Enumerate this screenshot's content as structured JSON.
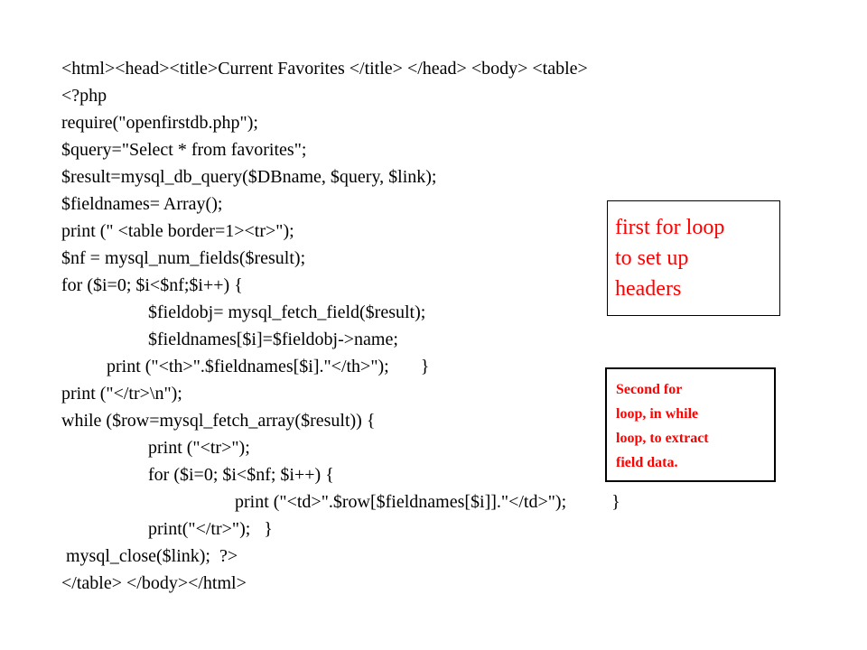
{
  "code_lines": [
    "<html><head><title>Current Favorites </title> </head> <body> <table>",
    "<?php",
    "require(\"openfirstdb.php\");",
    "$query=\"Select * from favorites\";",
    "$result=mysql_db_query($DBname, $query, $link);",
    "$fieldnames= Array();",
    "print (\" <table border=1><tr>\");",
    "$nf = mysql_num_fields($result);",
    "for ($i=0; $i<$nf;$i++) {",
    "$fieldobj= mysql_fetch_field($result);",
    "$fieldnames[$i]=$fieldobj->name;",
    "print (\"<th>\".$fieldnames[$i].\"</th>\");       }",
    "print (\"</tr>\\n\");",
    "while ($row=mysql_fetch_array($result)) {",
    "print (\"<tr>\");",
    "for ($i=0; $i<$nf; $i++) {",
    "print (\"<td>\".$row[$fieldnames[$i]].\"</td>\");          }",
    "print(\"</tr>\");   }",
    " mysql_close($link);  ?>",
    "</table> </body></html>"
  ],
  "callouts": {
    "first_loop": {
      "lines": [
        "first for loop",
        "to set up",
        "headers"
      ],
      "color": "#ff0000"
    },
    "second_loop": {
      "lines": [
        "Second for",
        "loop, in while",
        "loop, to extract",
        "field data."
      ],
      "color": "#ff0000"
    }
  }
}
